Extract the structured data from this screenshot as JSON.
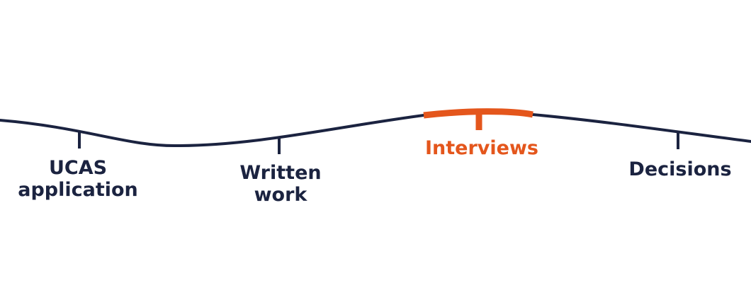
{
  "diagram": {
    "stages": [
      {
        "id": "ucas",
        "label": "UCAS\napplication",
        "active": false
      },
      {
        "id": "written",
        "label": "Written\nwork",
        "active": false
      },
      {
        "id": "interviews",
        "label": "Interviews",
        "active": true
      },
      {
        "id": "decisions",
        "label": "Decisions",
        "active": false
      }
    ]
  },
  "colors": {
    "line": "#1b2340",
    "highlight": "#e4561c",
    "background": "#ffffff"
  }
}
